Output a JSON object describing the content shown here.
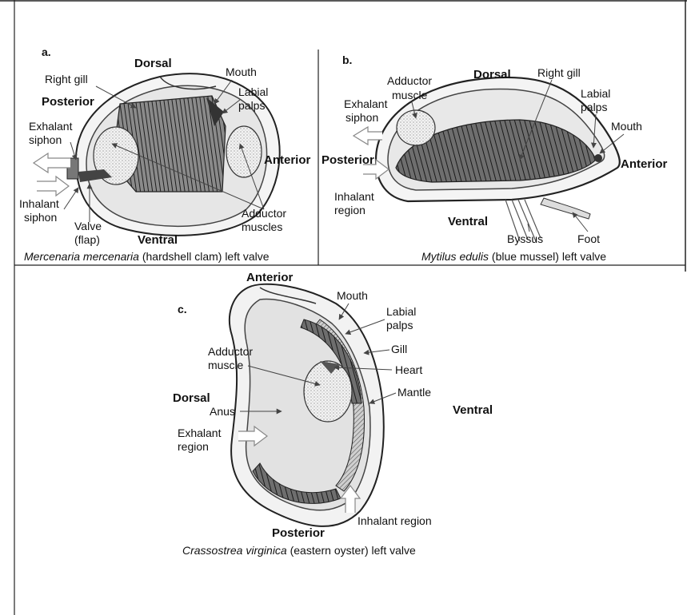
{
  "panel_a": {
    "letter": "a.",
    "labels": {
      "dorsal": "Dorsal",
      "ventral": "Ventral",
      "posterior": "Posterior",
      "anterior": "Anterior",
      "right_gill": "Right gill",
      "mouth": "Mouth",
      "labial_palps_1": "Labial",
      "labial_palps_2": "palps",
      "exhalant_siphon_1": "Exhalant",
      "exhalant_siphon_2": "siphon",
      "inhalant_siphon_1": "Inhalant",
      "inhalant_siphon_2": "siphon",
      "valve_1": "Valve",
      "valve_2": "(flap)",
      "adductor_muscles_1": "Adductor",
      "adductor_muscles_2": "muscles"
    },
    "caption_italic": "Mercenaria mercenaria",
    "caption_rest": " (hardshell clam) left valve"
  },
  "panel_b": {
    "letter": "b.",
    "labels": {
      "adductor_muscle_1": "Adductor",
      "adductor_muscle_2": "muscle",
      "dorsal": "Dorsal",
      "right_gill": "Right gill",
      "labial_palps_1": "Labial",
      "labial_palps_2": "palps",
      "mouth": "Mouth",
      "exhalant_siphon_1": "Exhalant",
      "exhalant_siphon_2": "siphon",
      "posterior": "Posterior",
      "anterior": "Anterior",
      "inhalant_region_1": "Inhalant",
      "inhalant_region_2": "region",
      "ventral": "Ventral",
      "byssus": "Byssus",
      "foot": "Foot"
    },
    "caption_italic": "Mytilus edulis",
    "caption_rest": " (blue mussel) left valve"
  },
  "panel_c": {
    "letter": "c.",
    "labels": {
      "anterior": "Anterior",
      "mouth": "Mouth",
      "labial_palps_1": "Labial",
      "labial_palps_2": "palps",
      "gill": "Gill",
      "adductor_muscle_1": "Adductor",
      "adductor_muscle_2": "muscle",
      "heart": "Heart",
      "mantle": "Mantle",
      "dorsal": "Dorsal",
      "ventral": "Ventral",
      "anus": "Anus",
      "exhalant_region_1": "Exhalant",
      "exhalant_region_2": "region",
      "posterior": "Posterior",
      "inhalant_region": "Inhalant region"
    },
    "caption_italic": "Crassostrea virginica",
    "caption_rest": " (eastern oyster) left valve"
  }
}
